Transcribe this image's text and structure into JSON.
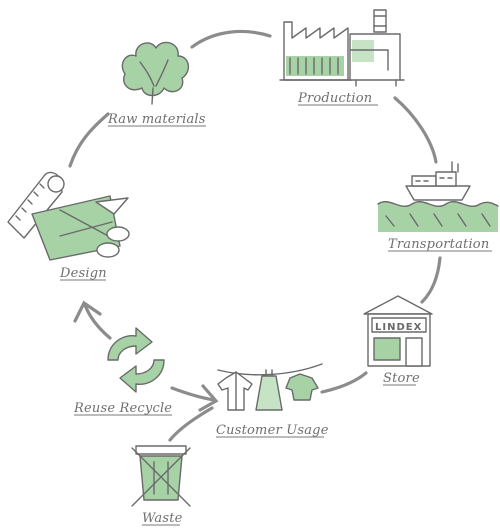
{
  "stages": {
    "raw_materials": "Raw materials",
    "production": "Production",
    "transportation": "Transportation",
    "store": "Store",
    "customer_usage": "Customer Usage",
    "reuse_recycle": "Reuse Recycle",
    "waste": "Waste",
    "design": "Design"
  },
  "store_sign": "LINDEX",
  "colors": {
    "accent_green": "#a6d2a6",
    "ink": "#6a6a6a",
    "cycle_line": "#8c8c8c"
  },
  "icons": [
    "cotton-icon",
    "factory-icon",
    "sewing-machine-icon",
    "ship-icon",
    "store-icon",
    "clothes-icon",
    "recycle-icon",
    "waste-bin-icon",
    "scissors-icon",
    "measuring-tape-icon"
  ]
}
